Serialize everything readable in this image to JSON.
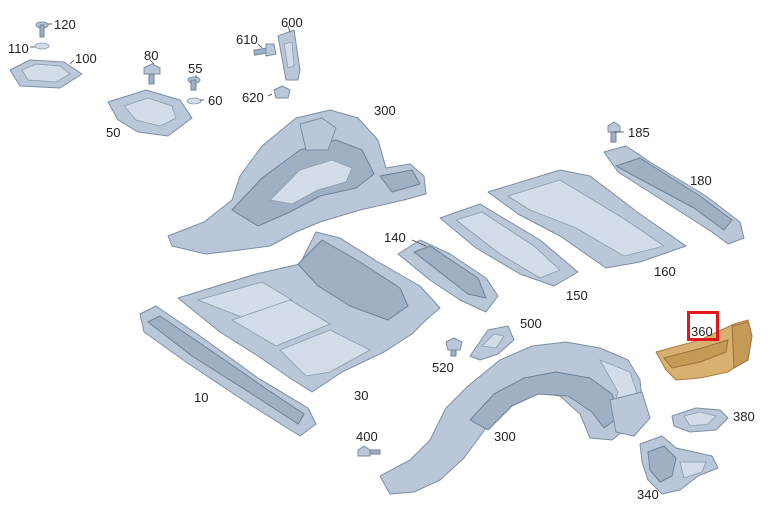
{
  "callouts": {
    "c120": "120",
    "c110": "110",
    "c100": "100",
    "c80": "80",
    "c55": "55",
    "c60": "60",
    "c50": "50",
    "c610": "610",
    "c600": "600",
    "c620": "620",
    "c300a": "300",
    "c185": "185",
    "c180": "180",
    "c140": "140",
    "c150": "150",
    "c160": "160",
    "c500": "500",
    "c520": "520",
    "c360": "360",
    "c10": "10",
    "c30": "30",
    "c400": "400",
    "c300b": "300",
    "c380": "380",
    "c340": "340"
  },
  "colors": {
    "part": "#b9c7d8",
    "highlighted_part": "#d8b070",
    "highlight_box": "#e0161c"
  }
}
